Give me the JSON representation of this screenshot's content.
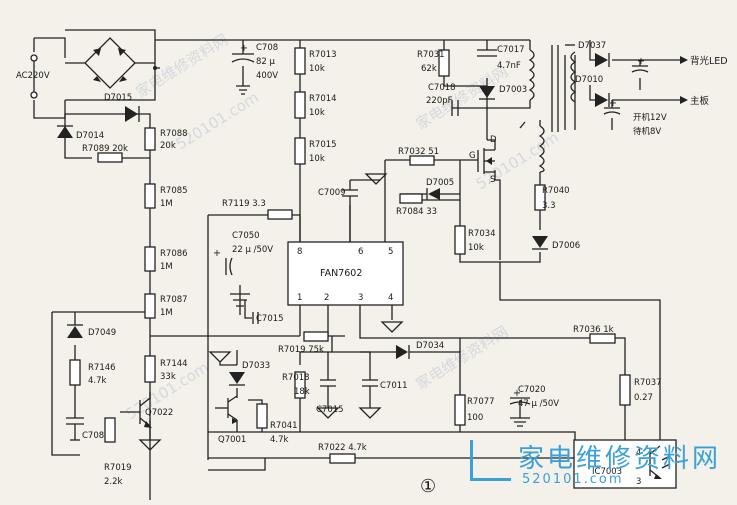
{
  "labels": {
    "ac_in": "AC220V",
    "d7015": "D7015",
    "d7014": "D7014",
    "r7089": "R7089  20k",
    "r7088": "R7088",
    "r7088v": "20k",
    "r7085": "R7085",
    "r7085v": "1M",
    "r7086": "R7086",
    "r7086v": "1M",
    "r7087": "R7087",
    "r7087v": "1M",
    "r7144": "R7144",
    "r7144v": "33k",
    "c708": "C708",
    "c708v1": "82 μ",
    "c708v2": "400V",
    "r7013": "R7013",
    "r7013v": "10k",
    "r7014": "R7014",
    "r7014v": "10k",
    "r7015": "R7015",
    "r7015v": "10k",
    "r7031": "R7031",
    "r7031v": "62k",
    "c7017": "C7017",
    "c7017v": "4.7nF",
    "c7018": "C7018",
    "c7018v": "220pF",
    "d7003": "D7003",
    "d7037": "D7037",
    "d7010": "D7010",
    "out_led": "背光LED",
    "out_main": "主板",
    "out_on": "开机12V",
    "out_standby": "待机8V",
    "pin_d": "D",
    "pin_g": "G",
    "pin_s": "S",
    "r7032": "R7032  51",
    "d7005": "D7005",
    "r7084": "R7084  33",
    "r7034": "R7034",
    "r7034v": "10k",
    "r7040": "R7040",
    "r7040v": "3.3",
    "d7006": "D7006",
    "c7009": "C7009",
    "r7119": "R7119  3.3",
    "c7050": "C7050",
    "c7050v": "22 μ /50V",
    "c7015a": "C7015",
    "ic": "FAN7602",
    "pin8": "8",
    "pin6": "6",
    "pin5": "5",
    "pin1": "1",
    "pin2": "2",
    "pin3": "3",
    "pin4": "4",
    "d7049": "D7049",
    "r7146": "R7146",
    "r7146v": "4.7k",
    "c7087": "C7087",
    "q7022": "Q7022",
    "r7019b": "R7019",
    "r7019bv": "2.2k",
    "d7033": "D7033",
    "q7001": "Q7001",
    "r7041": "R7041",
    "r7041v": "4.7k",
    "r7019a": "R7019  75k",
    "r7018": "R7018",
    "r7018v": "18k",
    "c7015b": "C7015",
    "c7011": "C7011",
    "d7034": "D7034",
    "r7077": "R7077",
    "r7077v": "100",
    "c7020": "C7020",
    "c7020v": "47 μ /50V",
    "r7022": "R7022  4.7k",
    "r7036": "R7036  1k",
    "r7037": "R7037",
    "r7037v": "0.27",
    "ic7003": "IC7003",
    "ic7003p4": "4",
    "ic7003p3": "3",
    "fig": "①"
  },
  "watermark": {
    "wm1": "家电维修资料网",
    "wm2": "520101.com",
    "wm3": "家电维修资料网",
    "wm4": "520101.com",
    "wm5": "家电维修资料网",
    "wm6": "520101.com"
  },
  "brand": {
    "name": "家电维修资料网",
    "site": "520101.com"
  },
  "colors": {
    "ink": "#222222",
    "paper": "#f4f1ea",
    "brand": "#3aa0d8"
  }
}
